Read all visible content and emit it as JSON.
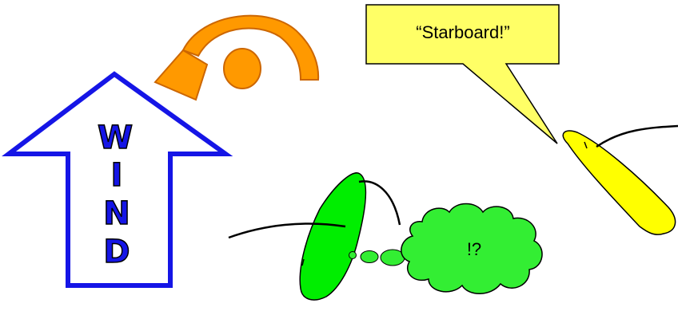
{
  "speech_bubble": {
    "text": "“Starboard!”"
  },
  "wind_arrow": {
    "letters": [
      "W",
      "I",
      "N",
      "D"
    ]
  },
  "thought_bubble": {
    "text": "!?"
  },
  "colors": {
    "wind": "#1515e6",
    "rotation_arrow": "#ff9900",
    "speech_fill": "#ffff66",
    "yellow_boat": "#ffff00",
    "green_boat": "#00ee00",
    "thought_fill": "#33ee33",
    "outline": "#000000"
  },
  "icons": [
    "wind-arrow-icon",
    "rotation-arrow-icon",
    "sailboat-icon",
    "thought-cloud-icon",
    "speech-bubble-icon"
  ]
}
